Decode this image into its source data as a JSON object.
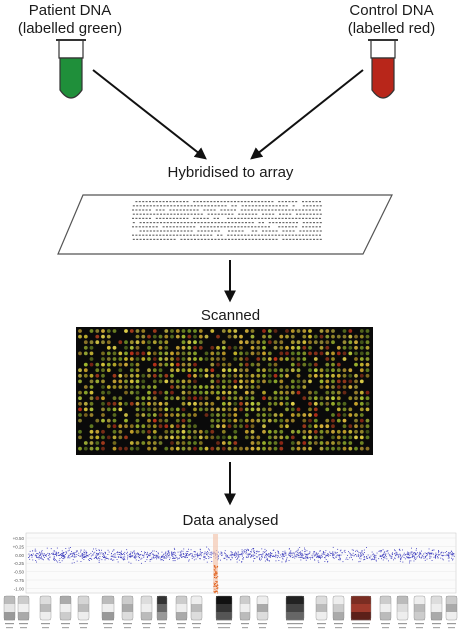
{
  "patient": {
    "line1": "Patient DNA",
    "line2": "(labelled green)",
    "tube_color": "#1f8f3a"
  },
  "control": {
    "line1": "Control DNA",
    "line2": "(labelled red)",
    "tube_color": "#b8261a"
  },
  "steps": {
    "hybridised": "Hybridised to array",
    "scanned": "Scanned",
    "analysed": "Data analysed"
  },
  "plot": {
    "y_ticks": [
      "+0.50",
      "+0.25",
      "0.00",
      "-0.25",
      "-0.50",
      "-0.75",
      "-1.00"
    ],
    "point_color": "#3e3ebf",
    "highlight_color": "#e0611d"
  }
}
